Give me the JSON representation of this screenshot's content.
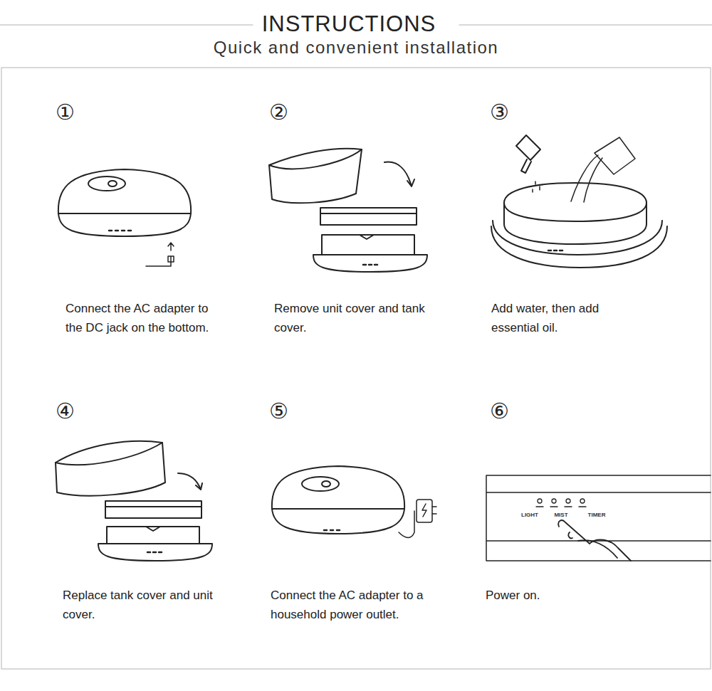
{
  "diagram": {
    "title": "INSTRUCTIONS",
    "labels": [
      "Quick and convenient installation",
      "①",
      "Connect the AC adapter to the DC jack on the bottom.",
      "②",
      "Remove unit cover and tank cover.",
      "③",
      "Add water, then add essential oil.",
      "④",
      "Replace tank cover and unit cover.",
      "⑤",
      "Connect the AC adapter to a household power outlet.",
      "⑥",
      "LIGHT",
      "MIST",
      "TIMER",
      "Power on."
    ]
  }
}
